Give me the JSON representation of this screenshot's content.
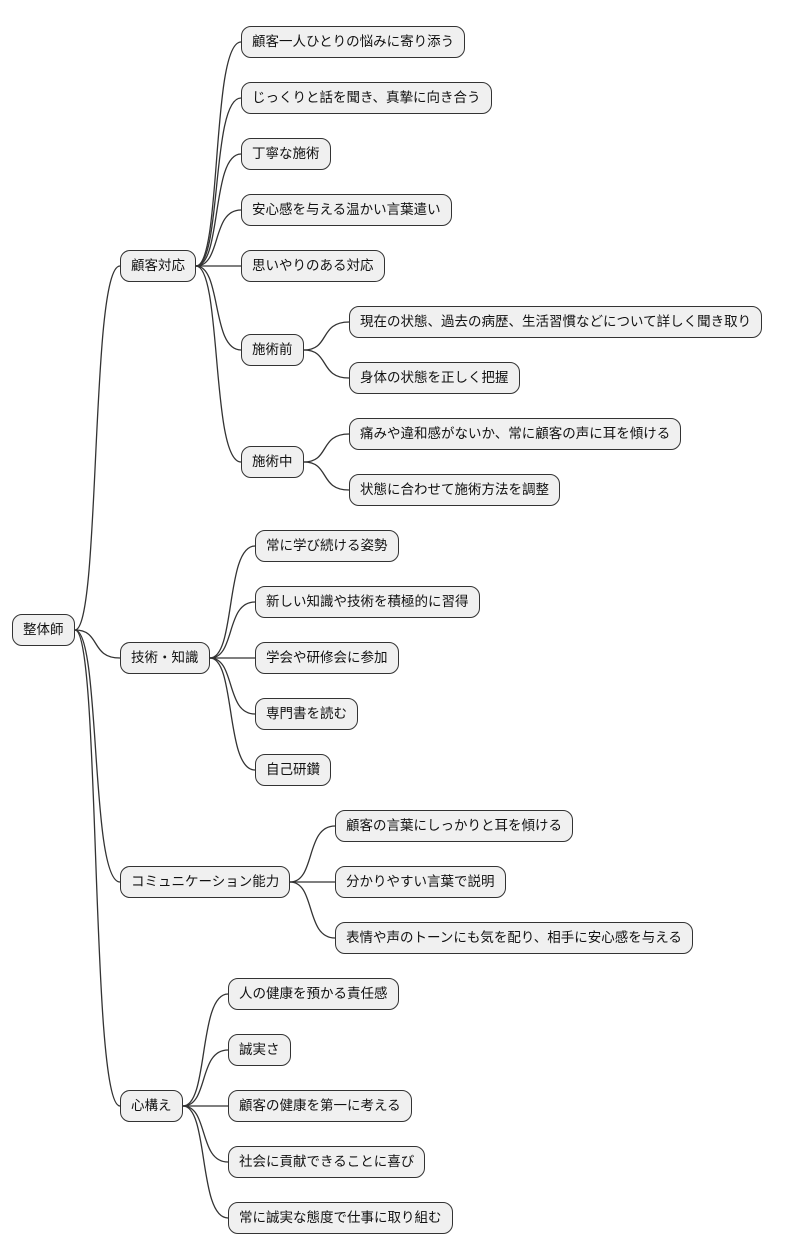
{
  "diagram": {
    "type": "mindmap",
    "direction": "left-to-right",
    "background": "#ffffff",
    "edge_color": "#333333",
    "node_style": {
      "fill": "#f0f0f0",
      "border": "#333333",
      "text_color": "#111111"
    },
    "root": {
      "label": "整体師",
      "children": [
        {
          "label": "顧客対応",
          "children": [
            {
              "label": "顧客一人ひとりの悩みに寄り添う"
            },
            {
              "label": "じっくりと話を聞き、真摯に向き合う"
            },
            {
              "label": "丁寧な施術"
            },
            {
              "label": "安心感を与える温かい言葉遣い"
            },
            {
              "label": "思いやりのある対応"
            },
            {
              "label": "施術前",
              "children": [
                {
                  "label": "現在の状態、過去の病歴、生活習慣などについて詳しく聞き取り"
                },
                {
                  "label": "身体の状態を正しく把握"
                }
              ]
            },
            {
              "label": "施術中",
              "children": [
                {
                  "label": "痛みや違和感がないか、常に顧客の声に耳を傾ける"
                },
                {
                  "label": "状態に合わせて施術方法を調整"
                }
              ]
            }
          ]
        },
        {
          "label": "技術・知識",
          "children": [
            {
              "label": "常に学び続ける姿勢"
            },
            {
              "label": "新しい知識や技術を積極的に習得"
            },
            {
              "label": "学会や研修会に参加"
            },
            {
              "label": "専門書を読む"
            },
            {
              "label": "自己研鑽"
            }
          ]
        },
        {
          "label": "コミュニケーション能力",
          "children": [
            {
              "label": "顧客の言葉にしっかりと耳を傾ける"
            },
            {
              "label": "分かりやすい言葉で説明"
            },
            {
              "label": "表情や声のトーンにも気を配り、相手に安心感を与える"
            }
          ]
        },
        {
          "label": "心構え",
          "children": [
            {
              "label": "人の健康を預かる責任感"
            },
            {
              "label": "誠実さ"
            },
            {
              "label": "顧客の健康を第一に考える"
            },
            {
              "label": "社会に貢献できることに喜び"
            },
            {
              "label": "常に誠実な態度で仕事に取り組む"
            }
          ]
        }
      ]
    }
  }
}
